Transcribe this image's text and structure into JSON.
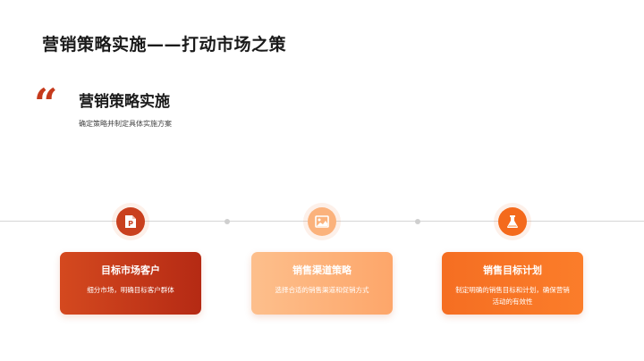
{
  "slide": {
    "title": "营销策略实施——打动市场之策"
  },
  "section": {
    "quote_mark": "“",
    "title": "营销策略实施",
    "subtitle": "确定策略并制定具体实施方案"
  },
  "colors": {
    "accent_dark": "#c53a1c",
    "accent_orange": "#f37021",
    "accent_light": "#fdb27a"
  },
  "steps": [
    {
      "icon": "presentation-file-icon",
      "title": "目标市场客户",
      "description": "细分市场，明确目标客户群体"
    },
    {
      "icon": "image-icon",
      "title": "销售渠道策略",
      "description": "选择合适的销售渠道和促销方式"
    },
    {
      "icon": "flask-icon",
      "title": "销售目标计划",
      "description": "制定明确的销售目标和计划，确保营销活动的有效性"
    }
  ]
}
